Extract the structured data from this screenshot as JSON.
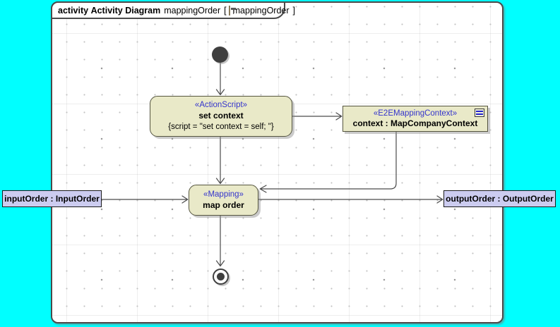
{
  "header": {
    "keyword": "activity",
    "diagram_type": "Activity Diagram",
    "name": "mappingOrder",
    "bracket_open": "[",
    "bracket_name": "mappingOrder",
    "bracket_close": "]"
  },
  "nodes": {
    "set_context": {
      "stereotype": "«ActionScript»",
      "name": "set context",
      "script": "{script = \"set context = self; \"}"
    },
    "mapping_context": {
      "stereotype": "«E2EMappingContext»",
      "name": "context : MapCompanyContext"
    },
    "map_order": {
      "stereotype": "«Mapping»",
      "name": "map order"
    },
    "input_pin": {
      "label": "inputOrder : InputOrder"
    },
    "output_pin": {
      "label": "outputOrder : OutputOrder"
    }
  },
  "colors": {
    "canvas_background": "#00ffff",
    "node_fill": "#e9e9c8",
    "stereotype_text": "#3333cc",
    "pin_fill": "#ccccf0",
    "edge": "#4a4a4a"
  }
}
